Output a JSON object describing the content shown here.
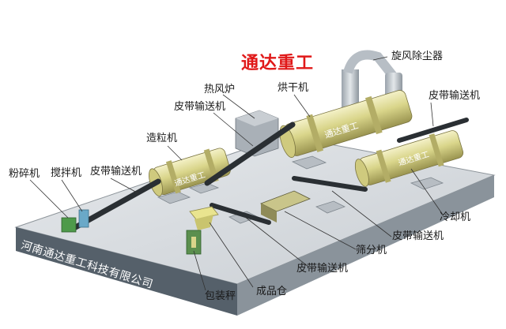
{
  "title": "通达重工",
  "company": "河南通达重工科技有限公司",
  "drum_brand": "通达重工",
  "labels": {
    "crusher": "粉碎机",
    "mixer": "搅拌机",
    "belt_conveyor_1": "皮带输送机",
    "granulator": "造粒机",
    "hot_air_furnace": "热风炉",
    "belt_conveyor_2": "皮带输送机",
    "dryer": "烘干机",
    "cyclone": "旋风除尘器",
    "belt_conveyor_3": "皮带输送机",
    "cooler": "冷却机",
    "belt_conveyor_4": "皮带输送机",
    "screener": "筛分机",
    "belt_conveyor_5": "皮带输送机",
    "product_bin": "成品仓",
    "packing_scale": "包装秤"
  }
}
